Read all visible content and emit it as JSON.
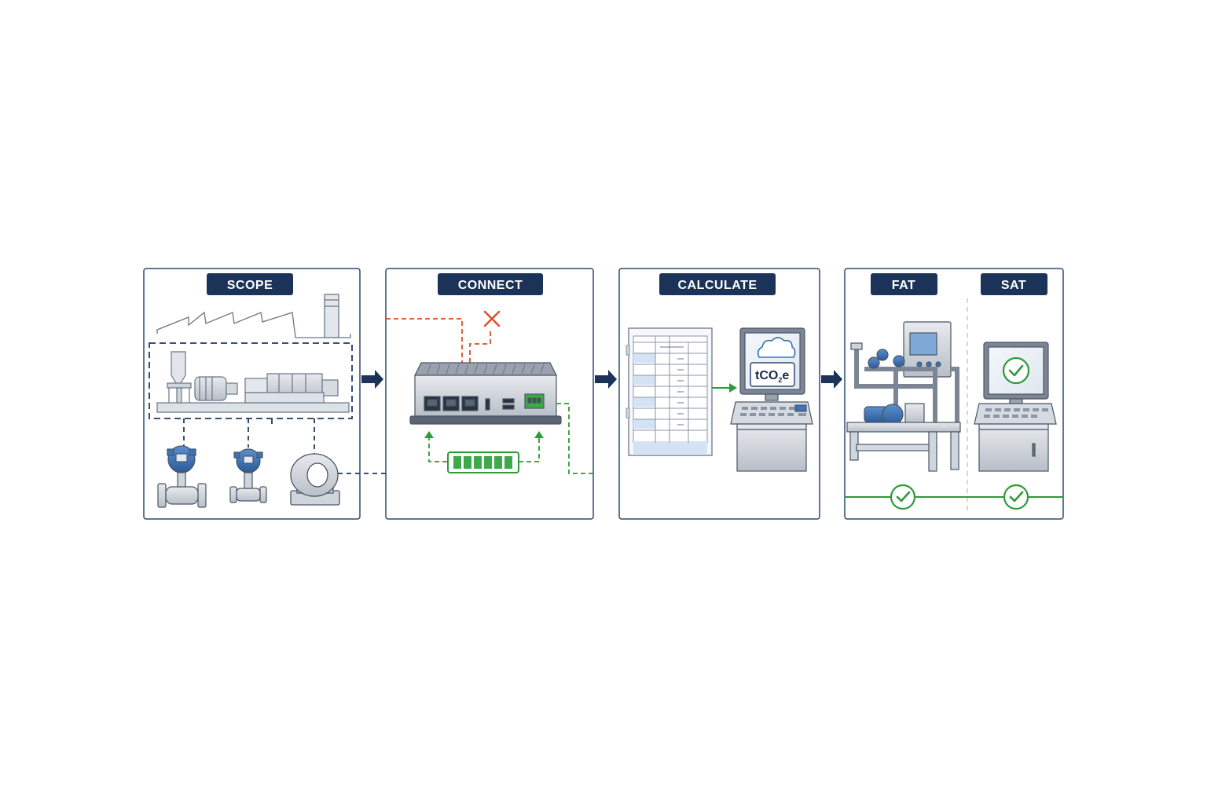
{
  "stages": [
    {
      "id": "scope",
      "label": "SCOPE"
    },
    {
      "id": "connect",
      "label": "CONNECT"
    },
    {
      "id": "calculate",
      "label": "CALCULATE"
    },
    {
      "id": "fat",
      "label": "FAT"
    },
    {
      "id": "sat",
      "label": "SAT"
    }
  ],
  "calculate": {
    "unit_main": "tCO",
    "unit_sub": "2",
    "unit_tail": "e"
  },
  "colors": {
    "navy": "#1b3358",
    "panel_border": "#2c4a73",
    "dashed_blue": "#1f3a5f",
    "dashed_red": "#e04a2a",
    "green": "#2e9a3a",
    "device_blue": "#3d72b4",
    "metal": "#c9ced6"
  },
  "icons": [
    "factory-icon",
    "flowmeter-icon",
    "current-transformer-icon",
    "edge-gateway-icon",
    "battery-buffer-icon",
    "error-x-icon",
    "spreadsheet-icon",
    "cloud-icon",
    "workstation-icon",
    "test-bench-icon",
    "check-icon"
  ]
}
